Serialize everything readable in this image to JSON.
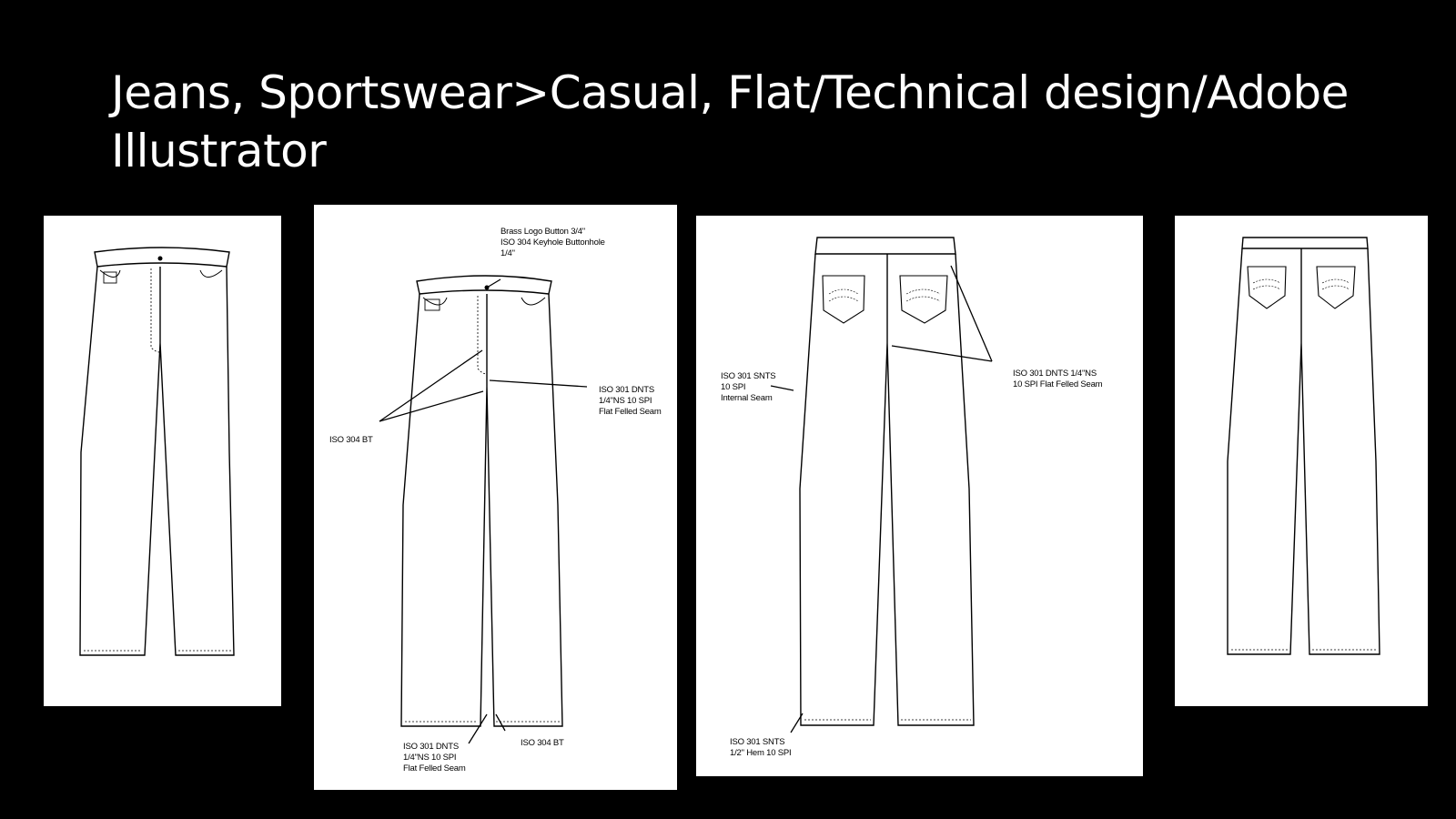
{
  "title": "Jeans, Sportswear>Casual, Flat/Technical design/Adobe Illustrator",
  "front_annotations": {
    "button": "Brass Logo Button 3/4\"\nISO 304 Keyhole Buttonhole\n1/4\"",
    "fly_seam": "ISO 301 DNTS\n1/4\"NS 10 SPI\nFlat Felled Seam",
    "bartack_left": "ISO 304 BT",
    "hem_seam": "ISO 301 DNTS\n1/4\"NS 10 SPI\nFlat Felled Seam",
    "bartack_bottom": "ISO 304 BT"
  },
  "back_annotations": {
    "internal_seam": "ISO 301 SNTS\n10 SPI\nInternal Seam",
    "yoke_seam": "ISO 301 DNTS 1/4\"NS\n10 SPI Flat Felled Seam",
    "hem": "ISO 301 SNTS\n1/2\" Hem 10 SPI"
  }
}
